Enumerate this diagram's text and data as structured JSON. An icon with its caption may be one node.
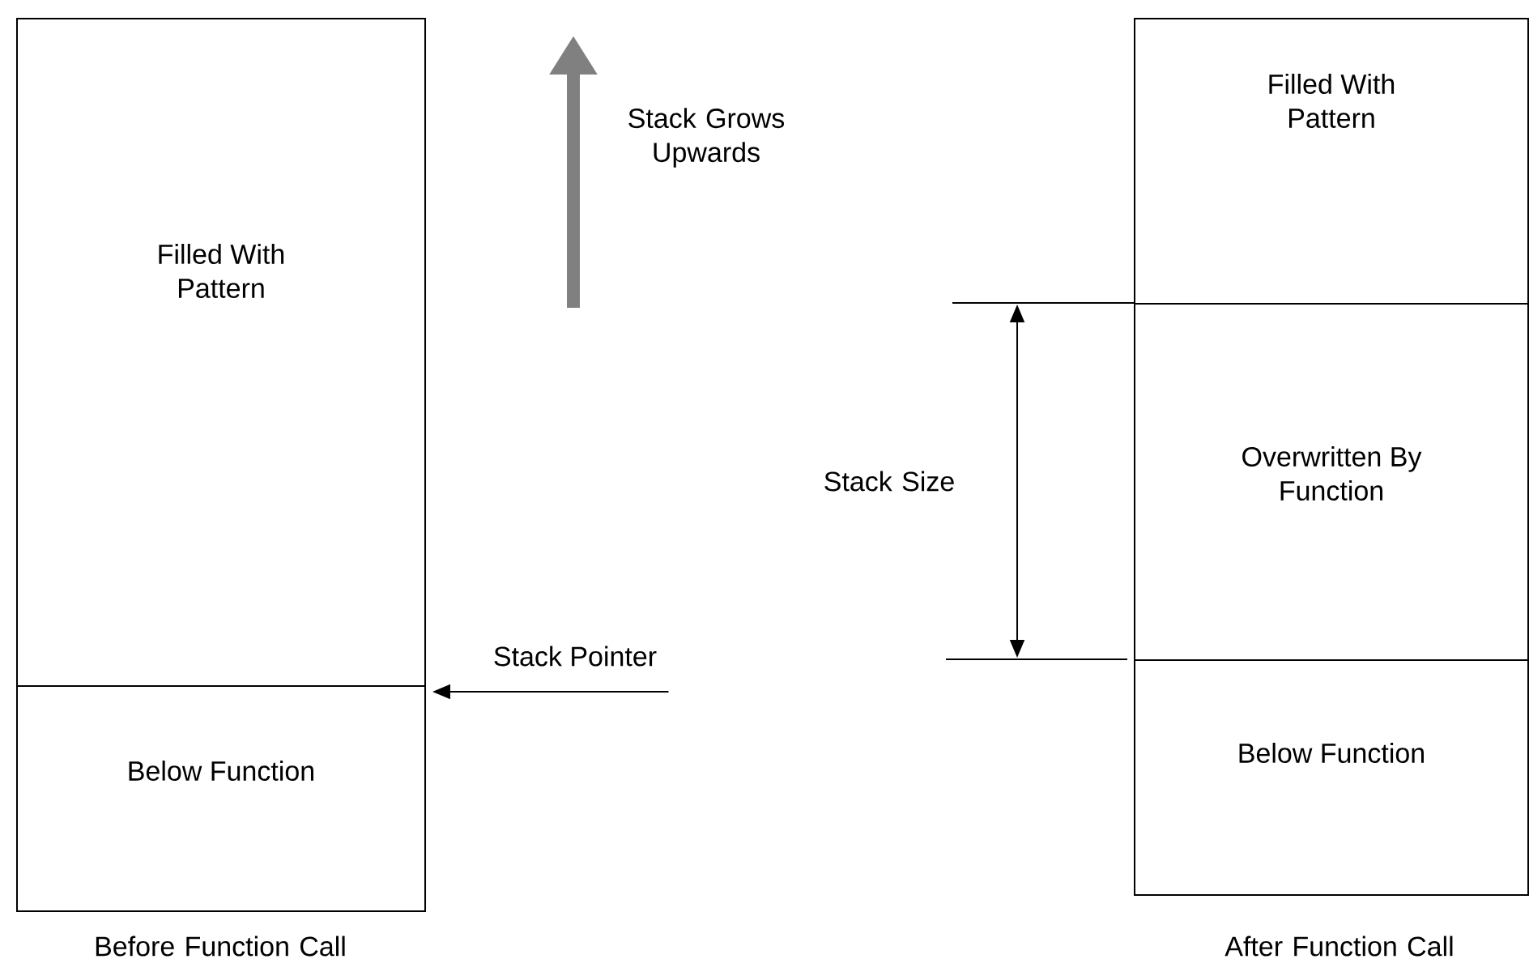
{
  "diagram": {
    "nodes": [
      {
        "text": [
          "Filled With Pattern"
        ]
      },
      {
        "text": [
          "Below Function"
        ]
      },
      {
        "text": [
          "Stack Pointer"
        ]
      },
      {
        "text": [
          "Filled With Pattern"
        ]
      },
      {
        "text": [
          "Overwritten By Function"
        ]
      },
      {
        "text": [
          "Below Function"
        ]
      }
    ],
    "edges": [
      {
        "from": 2,
        "to": 1,
        "arrow": "to"
      }
    ],
    "labels": [
      "Stack Grows Upwards",
      "Stack Size",
      "Before Function Call",
      "After Function Call"
    ]
  }
}
